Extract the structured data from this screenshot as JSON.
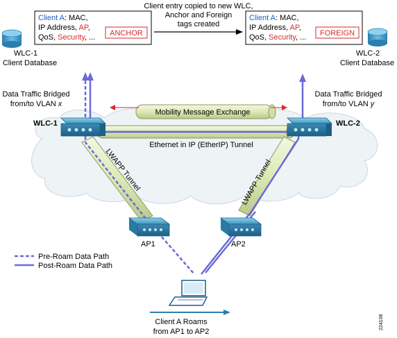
{
  "top_caption": {
    "line1": "Client entry copied to new WLC,",
    "line2": "Anchor and Foreign",
    "line3": "tags created"
  },
  "left_record": {
    "client_label": "Client A",
    "line1_rest": ": MAC,",
    "line2_a": "IP Address, ",
    "line2_b": "AP",
    "line2_c": ",",
    "line3_a": "QoS, ",
    "line3_b": "Security",
    "line3_c": ", ...",
    "tag": "ANCHOR"
  },
  "right_record": {
    "client_label": "Client A",
    "line1_rest": ": MAC,",
    "line2_a": "IP Address, ",
    "line2_b": "AP",
    "line2_c": ",",
    "line3_a": "QoS, ",
    "line3_b": "Security",
    "line3_c": ", ...",
    "tag": "FOREIGN"
  },
  "wlc1": {
    "db_line1": "WLC-1",
    "db_line2": "Client Database",
    "traffic_line1": "Data Traffic Bridged",
    "traffic_line2": "from/to VLAN ",
    "traffic_vlan": "x",
    "label": "WLC-1"
  },
  "wlc2": {
    "db_line1": "WLC-2",
    "db_line2": "Client Database",
    "traffic_line1": "Data Traffic Bridged",
    "traffic_line2": "from/to VLAN ",
    "traffic_vlan": "y",
    "label": "WLC-2"
  },
  "mobility_label": "Mobility Message Exchange",
  "ethernet_tunnel_label": "Ethernet in IP (EtherIP) Tunnel",
  "lwapp_left_label": "LWAPP Tunnel",
  "lwapp_right_label": "LWAPP Tunnel",
  "ap1_label": "AP1",
  "ap2_label": "AP2",
  "legend": {
    "pre_roam": "Pre-Roam Data Path",
    "post_roam": "Post-Roam Data Path"
  },
  "roam_caption": {
    "line1": "Client A Roams",
    "line2": "from AP1 to AP2"
  },
  "figure_id": "224108",
  "colors": {
    "client_label": "#1f5fbf",
    "highlight": "#d42a2a",
    "data_path": "#6a6ad8",
    "tunnel_fill": "#e6eec4",
    "device_blue": "#3d8fb8",
    "cloud_fill": "#eef3f6"
  }
}
